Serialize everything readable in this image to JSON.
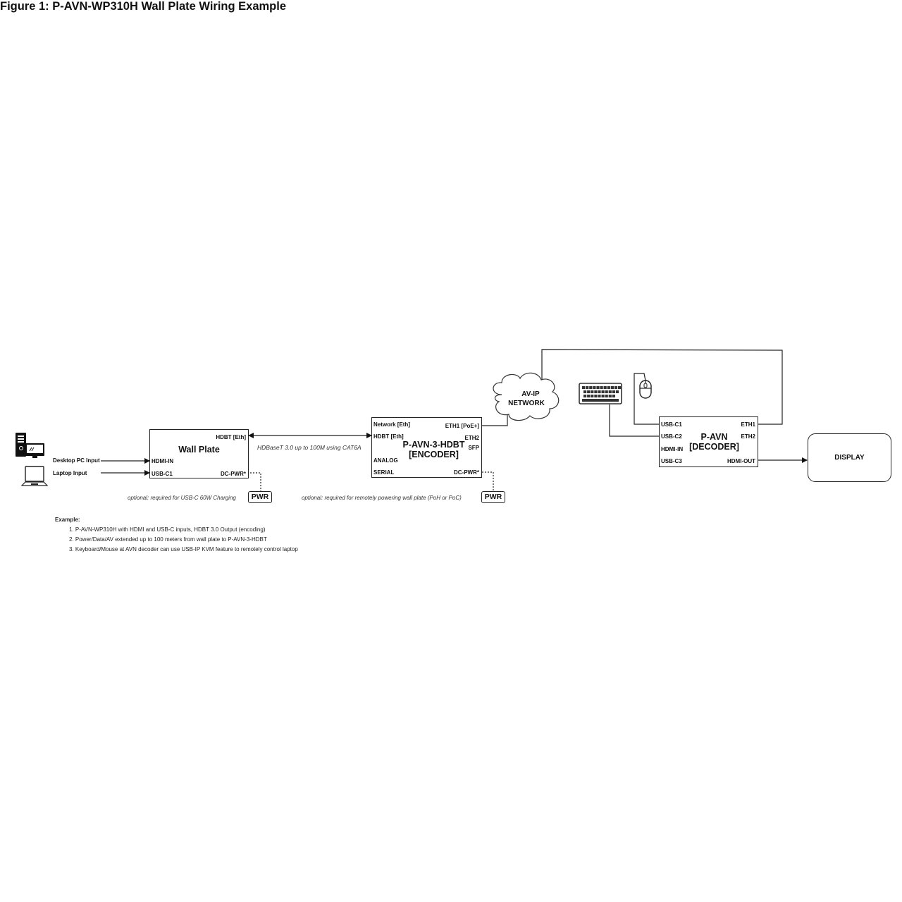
{
  "title": "Figure 1: P-AVN-WP310H Wall Plate Wiring Example",
  "sources": {
    "desktop_label": "Desktop PC Input",
    "laptop_label": "Laptop Input"
  },
  "wall_plate": {
    "title": "Wall Plate",
    "ports": {
      "hdbt": "HDBT [Eth]",
      "hdmi_in": "HDMI-IN",
      "usb_c1": "USB-C1",
      "dc_pwr": "DC-PWR*"
    },
    "power_note": "optional: required for USB-C 60W Charging",
    "power_label": "PWR"
  },
  "link_label": "HDBaseT 3.0 up to 100M using CAT6A",
  "encoder": {
    "title_line1": "P-AVN-3-HDBT",
    "title_line2": "[ENCODER]",
    "ports": {
      "network": "Network [Eth]",
      "hdbt": "HDBT [Eth]",
      "analog": "ANALOG",
      "serial": "SERIAL",
      "eth1": "ETH1 [PoE+]",
      "eth2": "ETH2",
      "sfp": "SFP",
      "dc_pwr": "DC-PWR*"
    },
    "power_note": "optional: required for remotely powering wall plate (PoH or PoC)",
    "power_label": "PWR"
  },
  "network": {
    "line1": "AV-IP",
    "line2": "NETWORK"
  },
  "decoder": {
    "title_line1": "P-AVN",
    "title_line2": "[DECODER]",
    "ports": {
      "usb_c1": "USB-C1",
      "usb_c2": "USB-C2",
      "hdmi_in": "HDMI-IN",
      "usb_c3": "USB-C3",
      "eth1": "ETH1",
      "eth2": "ETH2",
      "hdmi_out": "HDMI-OUT"
    }
  },
  "display": {
    "label": "DISPLAY"
  },
  "icons": {
    "desktop": "desktop-pc-icon",
    "laptop": "laptop-icon",
    "keyboard": "keyboard-icon",
    "mouse": "mouse-icon",
    "cloud": "cloud-icon"
  },
  "example": {
    "heading": "Example:",
    "items": [
      "1. P-AVN-WP310H with HDMI and USB-C inputs, HDBT 3.0 Output (encoding)",
      "2. Power/Data/AV extended up to 100 meters from wall plate to P-AVN-3-HDBT",
      "3. Keyboard/Mouse at AVN decoder can use USB-IP KVM feature to remotely control laptop"
    ]
  }
}
